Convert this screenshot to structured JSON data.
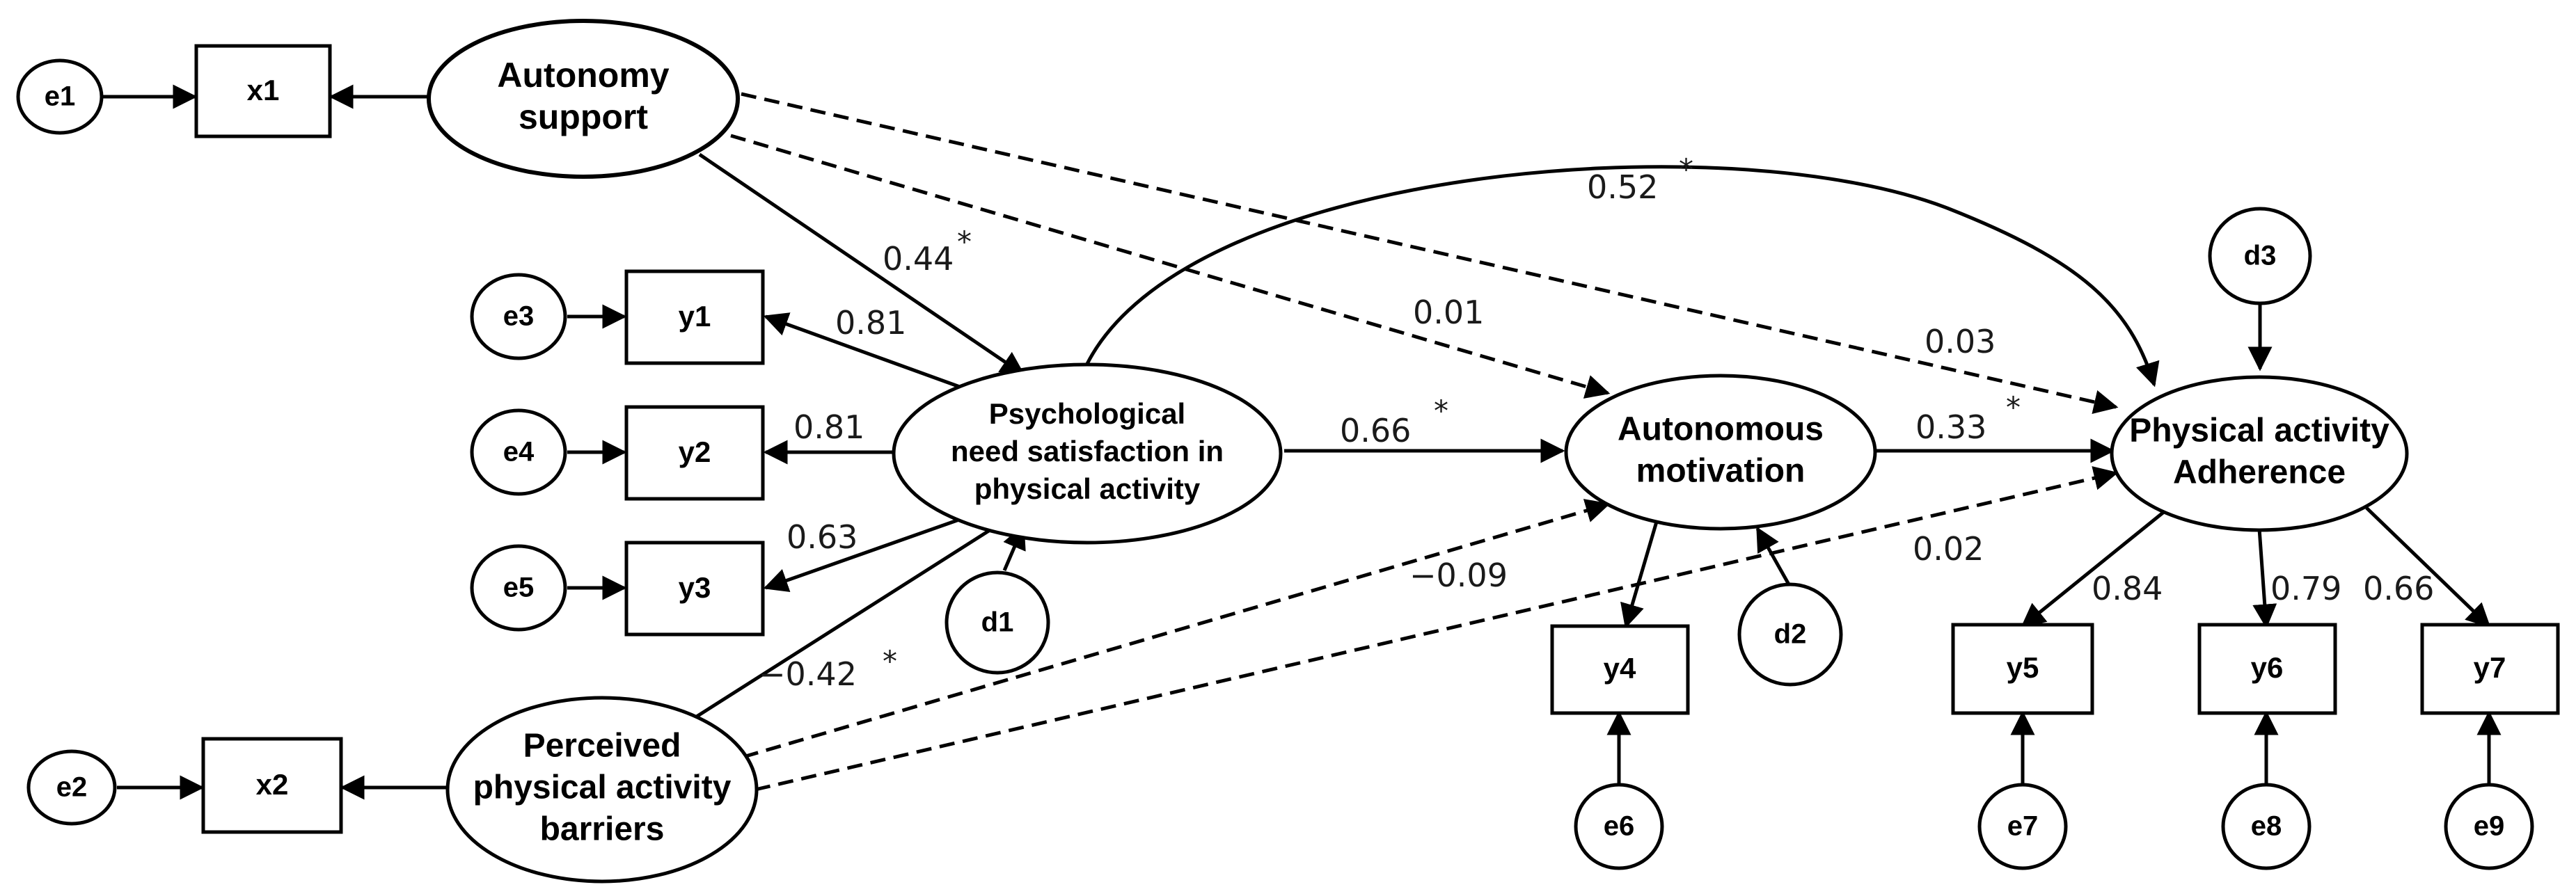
{
  "latent": {
    "autonomy_support": [
      "Autonomy",
      "support"
    ],
    "psych_need": [
      "Psychological",
      "need satisfaction in",
      "physical activity"
    ],
    "autonomous_motivation": [
      "Autonomous",
      "motivation"
    ],
    "pa_adherence": [
      "Physical activity",
      "Adherence"
    ],
    "barriers": [
      "Perceived",
      "physical activity",
      "barriers"
    ]
  },
  "indicators": {
    "x1": "x1",
    "x2": "x2",
    "y1": "y1",
    "y2": "y2",
    "y3": "y3",
    "y4": "y4",
    "y5": "y5",
    "y6": "y6",
    "y7": "y7"
  },
  "errors": {
    "e1": "e1",
    "e2": "e2",
    "e3": "e3",
    "e4": "e4",
    "e5": "e5",
    "e6": "e6",
    "e7": "e7",
    "e8": "e8",
    "e9": "e9"
  },
  "disturbances": {
    "d1": "d1",
    "d2": "d2",
    "d3": "d3"
  },
  "coefficients": {
    "as_to_pns": "0.44",
    "pns_to_pa": "0.52",
    "as_to_am": "0.01",
    "as_to_pa": "0.03",
    "pns_to_am": "0.66",
    "am_to_pa": "0.33",
    "pb_to_pns": "−0.42",
    "pb_to_am": "−0.09",
    "pb_to_pa": "0.02",
    "y1": "0.81",
    "y2": "0.81",
    "y3": "0.63",
    "y5": "0.84",
    "y6": "0.79",
    "y7": "0.66"
  },
  "significance_mark": "*"
}
